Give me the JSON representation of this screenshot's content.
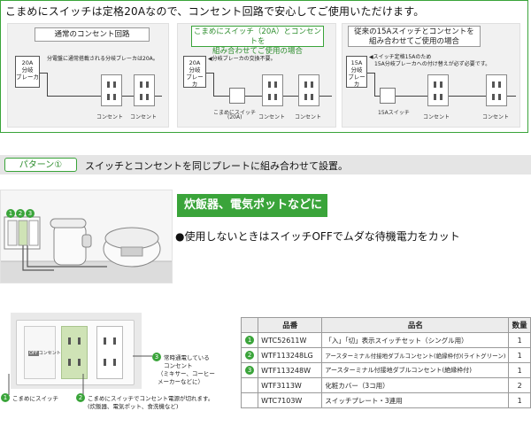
{
  "headline": "こまめにスイッチは定格20Aなので、コンセント回路で安心してご使用いただけます。",
  "panels": [
    {
      "title": "通常のコンセント回路",
      "breaker": [
        "20A",
        "分岐",
        "ブレーカ"
      ],
      "note": "分電盤に通常搭載される分岐ブレーカは20A。",
      "outlet_labels": [
        "コンセント",
        "コンセント"
      ]
    },
    {
      "title_line1": "こまめにスイッチ（20A）とコンセントを",
      "title_line2": "組み合わせてご使用の場合",
      "breaker": [
        "20A",
        "分岐",
        "ブレーカ"
      ],
      "note": "◀分岐ブレーカの交換不要。",
      "switch_label_line1": "こまめにスイッチ",
      "switch_label_line2": "(20A)",
      "outlet_labels": [
        "コンセント",
        "コンセント"
      ]
    },
    {
      "title_line1": "従来の15Aスイッチとコンセントを",
      "title_line2": "組み合わせてご使用の場合",
      "breaker": [
        "15A",
        "分岐",
        "ブレーカ"
      ],
      "note_line1": "◀スイッチ定格15Aのため",
      "note_line2": "15A分岐ブレーカへの付け替えが必ず必要です。",
      "switch_label": "15Aスイッチ",
      "outlet_labels": [
        "コンセント",
        "コンセント"
      ]
    }
  ],
  "pattern": {
    "badge": "パターン①",
    "text": "スイッチとコンセントを同じプレートに組み合わせて設置。"
  },
  "scene": {
    "numbers": [
      "1",
      "2",
      "3"
    ]
  },
  "appliance": {
    "tag": "炊飯器、電気ポットなどに",
    "desc": "●使用しないときはスイッチOFFでムダな待機電力をカット"
  },
  "plate": {
    "switch_mark": "OFF",
    "switch_text": "コンセント",
    "label1_num": "1",
    "label1": "こまめにスイッチ",
    "label2_num": "2",
    "label2_line1": "こまめにスイッチでコンセント電源が切れます。",
    "label2_line2": "(炊飯器、電気ポット、食洗機など)",
    "label3_num": "3",
    "label3_line1": "常時通電している",
    "label3_line2": "コンセント",
    "label3_line3": "（ミキサー、コーヒー",
    "label3_line4": "メーカーなどに）"
  },
  "table": {
    "headers": [
      "",
      "品番",
      "品名",
      "数量"
    ],
    "rows": [
      {
        "num": "1",
        "code": "WTC52611W",
        "name": "「入」「切」表示スイッチセット（シングル用）",
        "qty": "1"
      },
      {
        "num": "2",
        "code": "WTF113248LG",
        "name": "アースターミナル付接地ダブルコンセント(絶縁枠付)(ライトグリーン)",
        "qty": "1"
      },
      {
        "num": "3",
        "code": "WTF113248W",
        "name": "アースターミナル付接地ダブルコンセント(絶縁枠付)",
        "qty": "1"
      },
      {
        "num": "",
        "code": "WTF3113W",
        "name": "化粧カバー（3コ用）",
        "qty": "2"
      },
      {
        "num": "",
        "code": "WTC7103W",
        "name": "スイッチプレート・3連用",
        "qty": "1"
      }
    ]
  },
  "colors": {
    "accent": "#3aa43a",
    "band": "#e5e5e5",
    "outlet_green": "#cfe3b6"
  }
}
